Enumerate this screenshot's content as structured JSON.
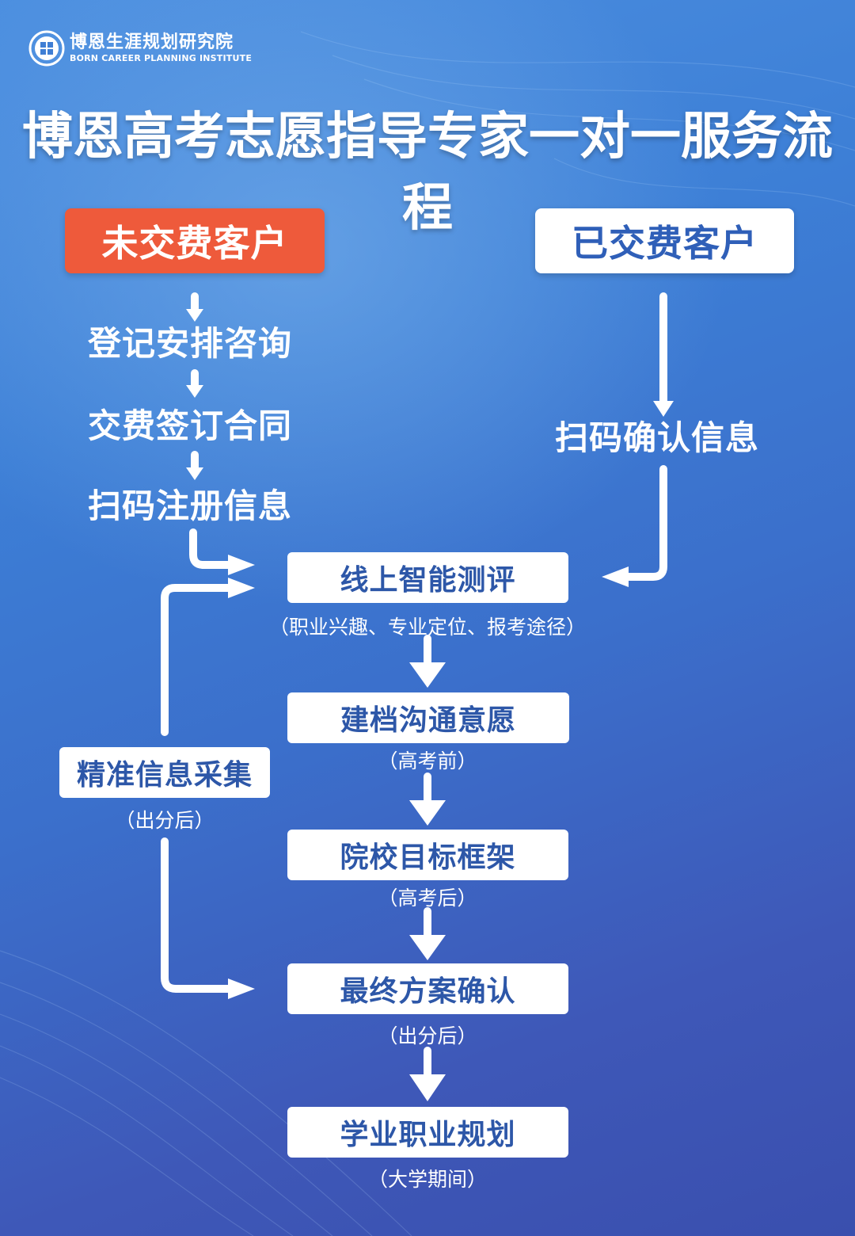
{
  "logo": {
    "name_cn": "博恩生涯规划研究院",
    "name_en": "BORN CAREER PLANNING INSTITUTE"
  },
  "title": "博恩高考志愿指导专家一对一服务流程",
  "unpaid": {
    "label": "未交费客户",
    "steps": [
      "登记安排咨询",
      "交费签订合同",
      "扫码注册信息"
    ]
  },
  "paid": {
    "label": "已交费客户",
    "step": "扫码确认信息"
  },
  "main_flow": [
    {
      "label": "线上智能测评",
      "note": "（职业兴趣、专业定位、报考途径）"
    },
    {
      "label": "建档沟通意愿",
      "note": "（高考前）"
    },
    {
      "label": "院校目标框架",
      "note": "（高考后）"
    },
    {
      "label": "最终方案确认",
      "note": "（出分后）"
    },
    {
      "label": "学业职业规划",
      "note": "（大学期间）"
    }
  ],
  "side": {
    "label": "精准信息采集",
    "note": "（出分后）"
  },
  "colors": {
    "accent_orange": "#ee5a3b",
    "box_text_blue": "#2d57a8",
    "background_top": "#4c8fe0",
    "background_bottom": "#3a4fae"
  }
}
